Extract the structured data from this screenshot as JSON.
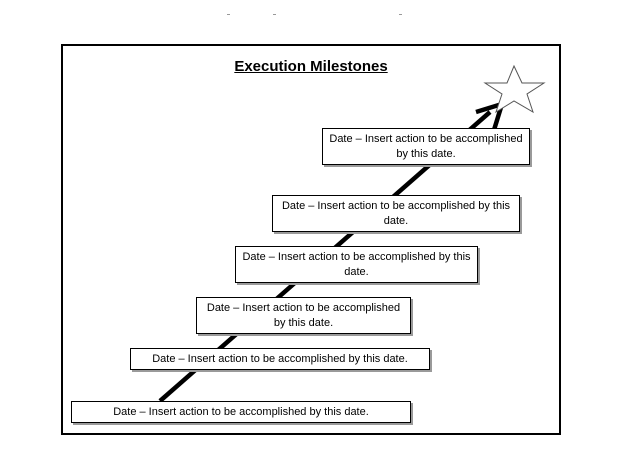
{
  "title": "Execution Milestones",
  "milestones": [
    {
      "text": "Date – Insert action to be accomplished by this date."
    },
    {
      "text": "Date – Insert action to be accomplished by this date."
    },
    {
      "text": "Date – Insert action to be accomplished by this date."
    },
    {
      "text": "Date – Insert action to be accomplished by this date."
    },
    {
      "text": "Date – Insert action to be accomplished by this date."
    },
    {
      "text": "Date – Insert action to be accomplished by this date."
    }
  ],
  "icons": {
    "goal": "star-icon",
    "direction": "arrow-icon"
  },
  "colors": {
    "line": "#000000",
    "box_border": "#000000",
    "box_shadow": "#9a9a9a",
    "star_fill": "#ffffff"
  }
}
